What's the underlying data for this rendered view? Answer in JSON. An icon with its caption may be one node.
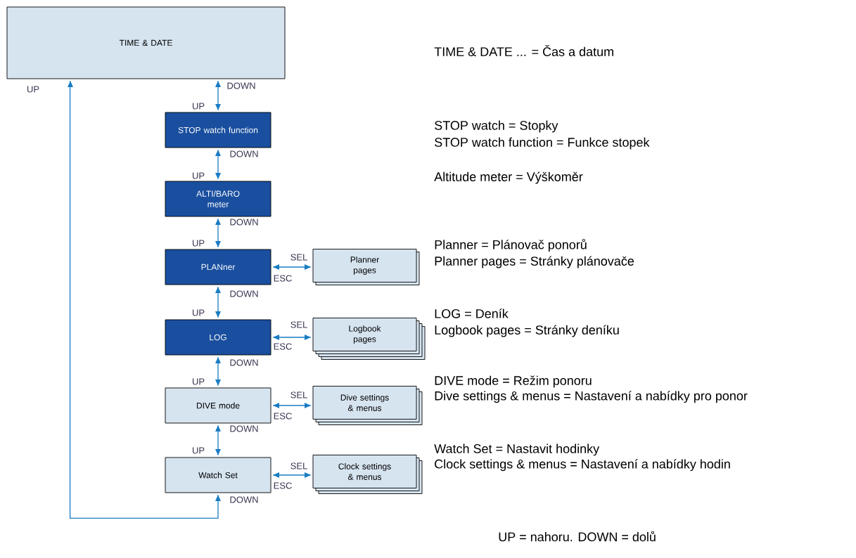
{
  "diagram": {
    "nodes": [
      {
        "text": [
          "TIME & DATE"
        ]
      },
      {
        "text": [
          "STOP watch function"
        ]
      },
      {
        "text": [
          "ALTI/BARO meter"
        ]
      },
      {
        "text": [
          "PLANner"
        ]
      },
      {
        "text": [
          "Planner pages"
        ]
      },
      {
        "text": [
          "LOG"
        ]
      },
      {
        "text": [
          "Logbook pages"
        ]
      },
      {
        "text": [
          "DIVE mode"
        ]
      },
      {
        "text": [
          "Dive settings & menus"
        ]
      },
      {
        "text": [
          "Watch Set"
        ]
      },
      {
        "text": [
          "Clock settings & menus"
        ]
      }
    ],
    "edges": [
      {
        "from": 0,
        "to": 1,
        "arrow": "both"
      },
      {
        "from": 1,
        "to": 2,
        "arrow": "both"
      },
      {
        "from": 2,
        "to": 3,
        "arrow": "both"
      },
      {
        "from": 3,
        "to": 4,
        "arrow": "both"
      },
      {
        "from": 3,
        "to": 5,
        "arrow": "both"
      },
      {
        "from": 5,
        "to": 6,
        "arrow": "both"
      },
      {
        "from": 5,
        "to": 7,
        "arrow": "both"
      },
      {
        "from": 7,
        "to": 8,
        "arrow": "both"
      },
      {
        "from": 7,
        "to": 9,
        "arrow": "both"
      },
      {
        "from": 9,
        "to": 10,
        "arrow": "both"
      },
      {
        "from": 9,
        "to": 0,
        "arrow": "both"
      }
    ],
    "labels": [
      "TIME & DATE ... = Čas a datum",
      "UP",
      "DOWN",
      "UP",
      "STOP watch = Stopky",
      "STOP watch function = Funkce stopek",
      "DOWN",
      "UP",
      "Altitude meter = Výškoměr",
      "DOWN",
      "UP",
      "Planner = Plánovač ponorů",
      "SEL",
      "Planner pages = Stránky plánovače",
      "ESC",
      "DOWN",
      "UP",
      "LOG = Deník",
      "SEL",
      "Logbook pages = Stránky deníku",
      "ESC",
      "DOWN",
      "UP",
      "DIVE mode = Režim ponoru",
      "SEL",
      "Dive settings & menus = Nastavení a nabídky pro ponor",
      "ESC",
      "DOWN",
      "UP",
      "Watch Set = Nastavit hodinky",
      "SEL",
      "Clock settings & menus = Nastavení a nabídky hodin",
      "ESC",
      "DOWN",
      "UP = nahoru. DOWN = dolů"
    ]
  }
}
